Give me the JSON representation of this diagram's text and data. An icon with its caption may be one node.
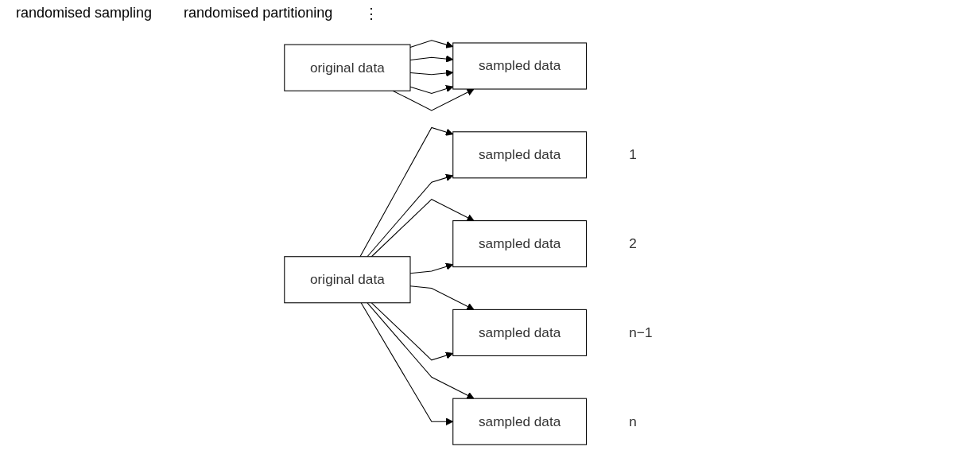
{
  "diagram": {
    "nodes": [
      {
        "text": [
          "original data"
        ]
      },
      {
        "text": [
          "sampled data"
        ]
      },
      {
        "text": [
          "original data"
        ]
      },
      {
        "text": [
          "sampled data"
        ],
        "beside": [
          "1"
        ]
      },
      {
        "text": [
          "sampled data"
        ],
        "beside": [
          "2"
        ]
      },
      {
        "text": [
          "sampled data"
        ],
        "beside": [
          "n−1"
        ]
      },
      {
        "text": [
          "sampled data"
        ],
        "beside": [
          "n"
        ]
      }
    ],
    "edges": [
      {
        "from": 0,
        "to": 1,
        "arrow": "to"
      },
      {
        "from": 0,
        "to": 1,
        "arrow": "to"
      },
      {
        "from": 0,
        "to": 1,
        "arrow": "to"
      },
      {
        "from": 0,
        "to": 1,
        "arrow": "to"
      },
      {
        "from": 0,
        "to": 1,
        "arrow": "to"
      },
      {
        "from": 2,
        "to": 3,
        "arrow": "to"
      },
      {
        "from": 2,
        "to": 4,
        "arrow": "to"
      },
      {
        "from": 2,
        "to": 5,
        "arrow": "to"
      },
      {
        "from": 2,
        "to": 4,
        "arrow": "to"
      },
      {
        "from": 2,
        "to": 3,
        "arrow": "to"
      },
      {
        "from": 2,
        "to": 6,
        "arrow": "to"
      },
      {
        "from": 2,
        "to": 5,
        "arrow": "to"
      },
      {
        "from": 2,
        "to": 6,
        "arrow": "to"
      }
    ],
    "labels": [
      "randomised sampling",
      "randomised partitioning",
      "⋮"
    ]
  }
}
